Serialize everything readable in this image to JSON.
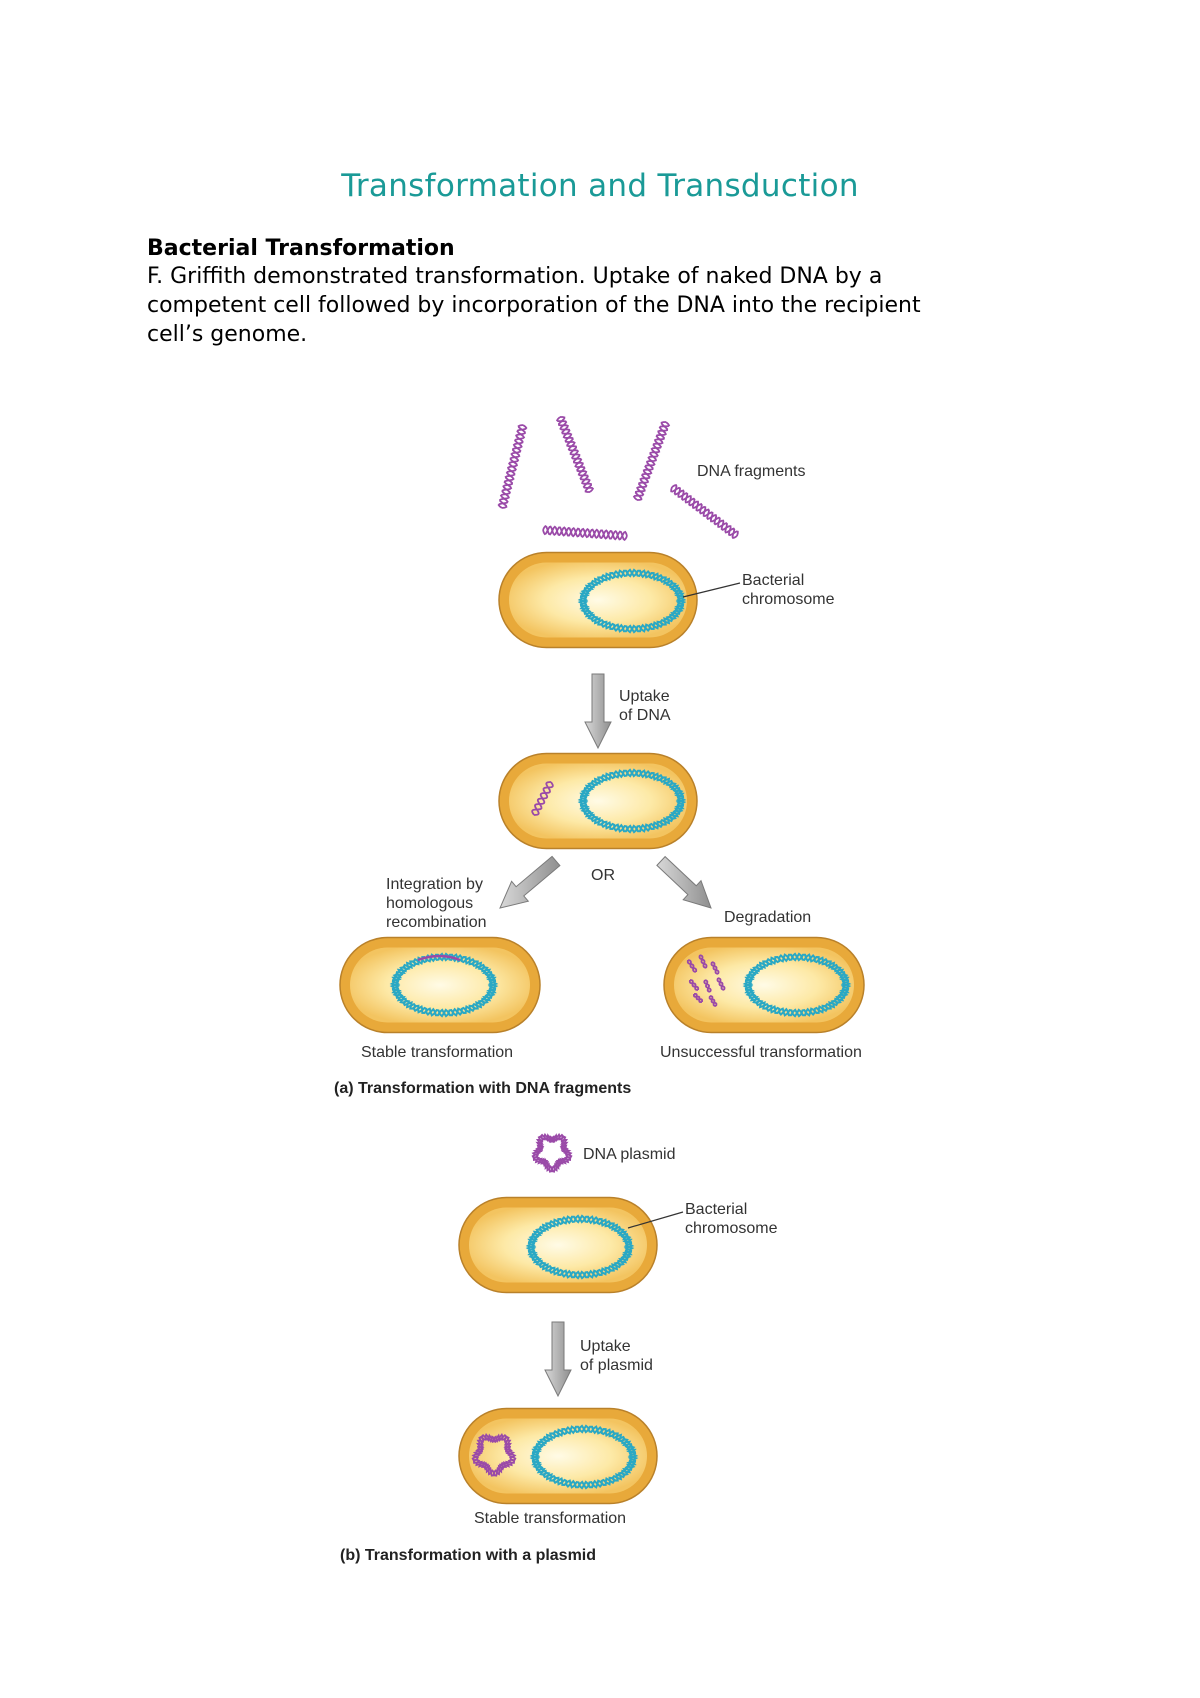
{
  "page": {
    "title": "Transformation and Transduction",
    "section_heading": "Bacterial Transformation",
    "paragraph_lines": [
      "F. Griffith demonstrated transformation. Uptake of naked DNA by a",
      "competent cell followed by incorporation of the DNA into the recipient",
      "cell’s genome."
    ]
  },
  "figure": {
    "panel_a": {
      "dna_fragments_label": "DNA fragments",
      "chromosome_label_line1": "Bacterial",
      "chromosome_label_line2": "chromosome",
      "uptake_line1": "Uptake",
      "uptake_line2": "of DNA",
      "or_label": "OR",
      "integration_line1": "Integration by",
      "integration_line2": "homologous",
      "integration_line3": "recombination",
      "degradation_label": "Degradation",
      "stable_label": "Stable transformation",
      "unsuccessful_label": "Unsuccessful transformation",
      "caption": "(a) Transformation with DNA fragments"
    },
    "panel_b": {
      "plasmid_label": "DNA plasmid",
      "chromosome_label_line1": "Bacterial",
      "chromosome_label_line2": "chromosome",
      "uptake_line1": "Uptake",
      "uptake_line2": "of plasmid",
      "stable_label": "Stable transformation",
      "caption": "(b) Transformation with a plasmid"
    },
    "colors": {
      "title": "#1a9a97",
      "cell_outer": "#e8a93a",
      "cell_inner": "#fdf1c4",
      "chromosome": "#2aa8c4",
      "donor_dna": "#9a4aa8",
      "arrow": "#aaaaaa"
    }
  }
}
